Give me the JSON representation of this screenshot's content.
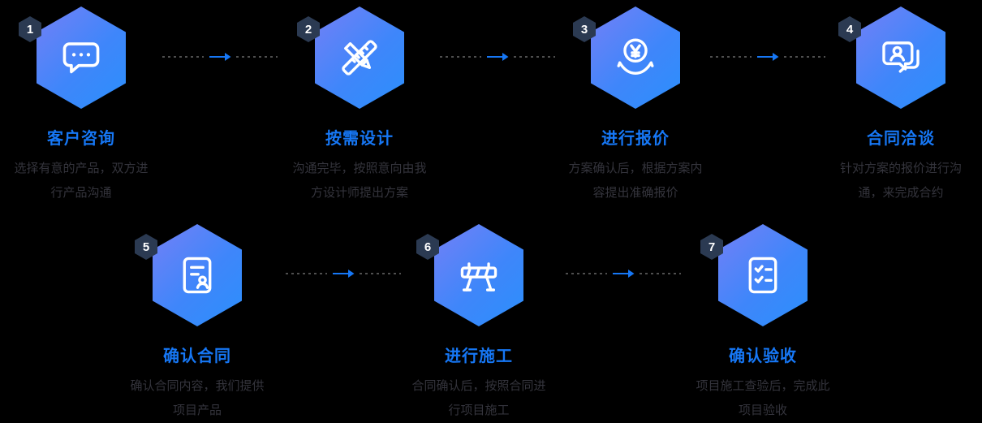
{
  "steps": [
    {
      "number": "1",
      "title": "客户咨询",
      "desc": "选择有意的产品，双方进行产品沟通",
      "icon": "chat-dots-icon"
    },
    {
      "number": "2",
      "title": "按需设计",
      "desc": "沟通完毕，按照意向由我方设计师提出方案",
      "icon": "pencil-ruler-icon"
    },
    {
      "number": "3",
      "title": "进行报价",
      "desc": "方案确认后，根据方案内容提出准确报价",
      "icon": "hand-coin-icon"
    },
    {
      "number": "4",
      "title": "合同洽谈",
      "desc": "针对方案的报价进行沟通，来完成合约",
      "icon": "person-bubble-icon"
    },
    {
      "number": "5",
      "title": "确认合同",
      "desc": "确认合同内容，我们提供项目产品",
      "icon": "contract-doc-icon"
    },
    {
      "number": "6",
      "title": "进行施工",
      "desc": "合同确认后，按照合同进行项目施工",
      "icon": "barrier-icon"
    },
    {
      "number": "7",
      "title": "确认验收",
      "desc": "项目施工查验后，完成此项目验收",
      "icon": "checklist-icon"
    }
  ],
  "colors": {
    "background": "#000000",
    "title_blue": "#1677f5",
    "hex_gradient_start": "#7480f6",
    "hex_gradient_end": "#2b8ffc",
    "badge_navy": "#2b3a52",
    "arrow_blue": "#1677f5",
    "dash_gray": "#4f4f4f",
    "description_text": "#34343c",
    "icon_stroke": "#ffffff"
  }
}
